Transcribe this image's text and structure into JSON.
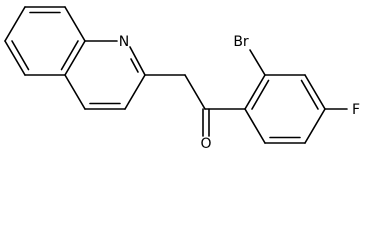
{
  "molecule": {
    "atom_labels": {
      "nitrogen": "N",
      "bromine": "Br",
      "oxygen": "O",
      "fluorine": "F"
    }
  },
  "colors": {
    "bond": "#000000",
    "background": "#ffffff"
  }
}
